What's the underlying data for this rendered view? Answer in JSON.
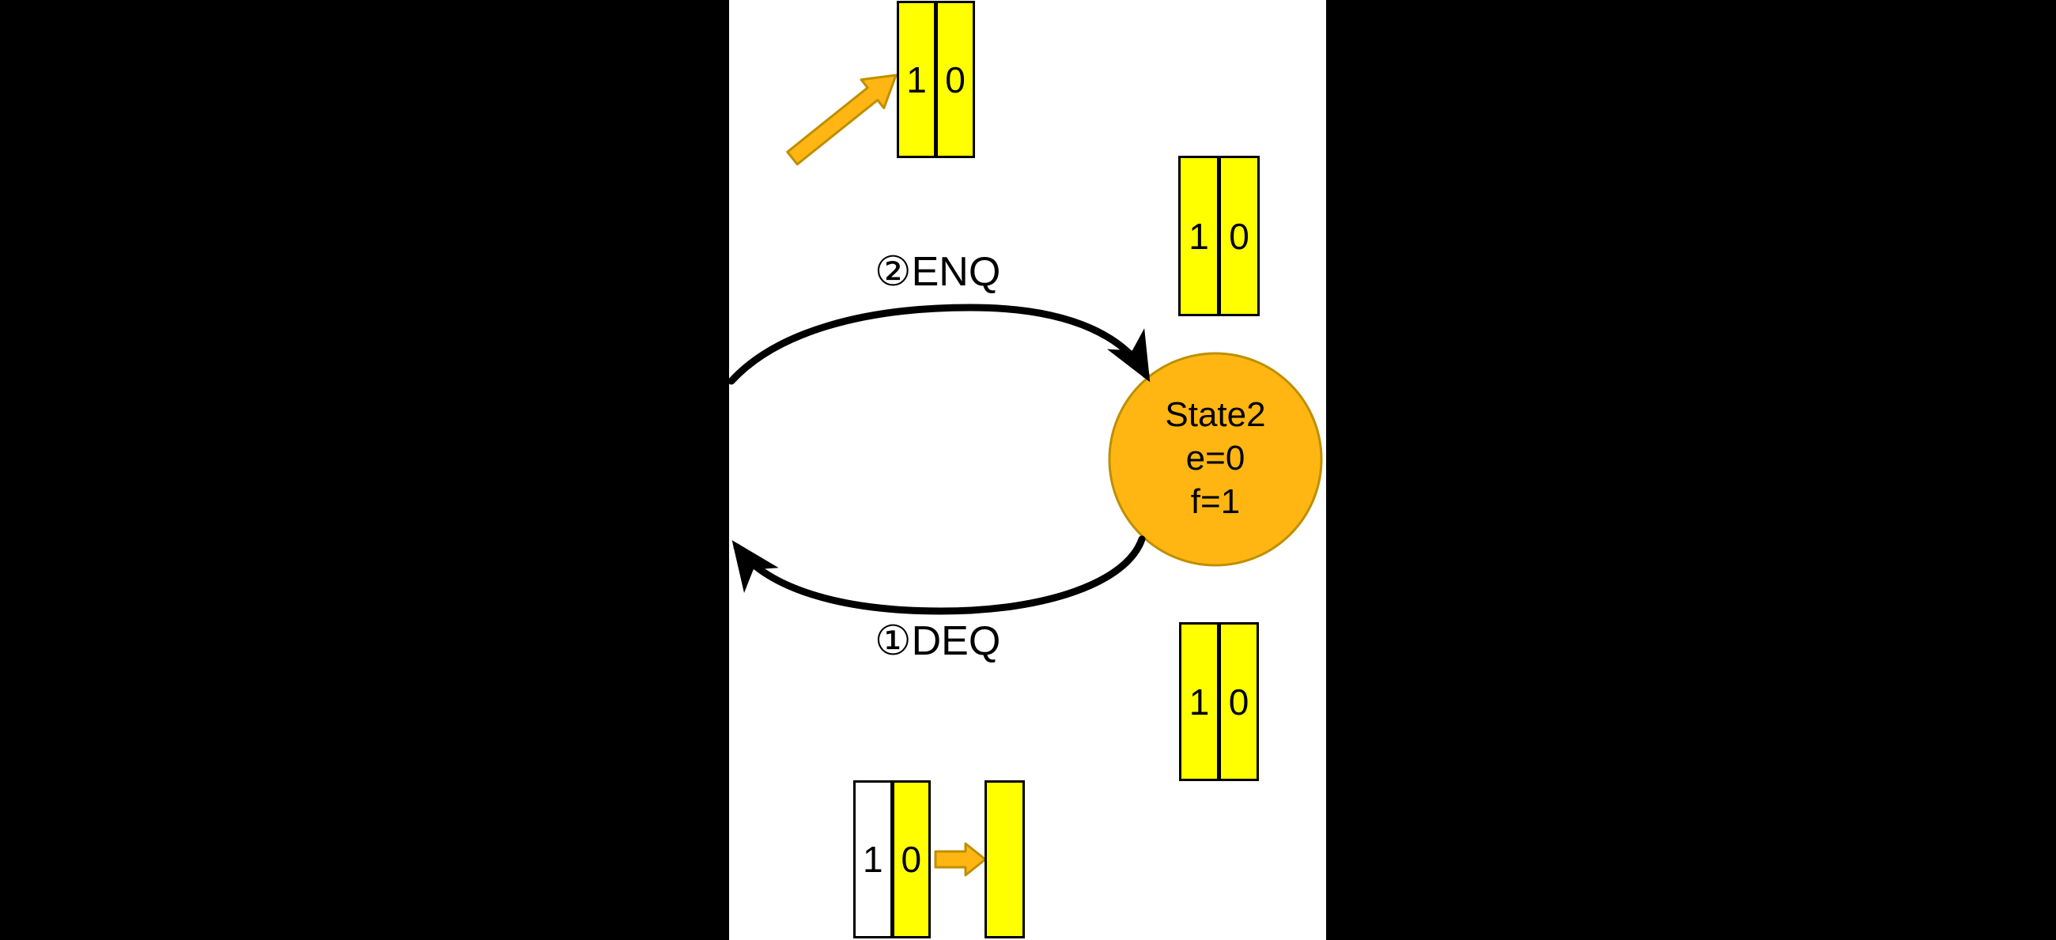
{
  "colors": {
    "canvas_bg": "#000000",
    "slide_bg": "#FFFFFF",
    "cell_yellow": "#FFFF00",
    "cell_white": "#FFFFFF",
    "cell_border": "#000000",
    "accent_fill": "#FFB612",
    "accent_border": "#BE8F00",
    "arc_black": "#000000",
    "text_black": "#000000"
  },
  "diagram": {
    "transitions": {
      "enq_label": "②ENQ",
      "deq_label": "①DEQ"
    },
    "state_node": {
      "title": "State2",
      "empty_flag": "e=0",
      "full_flag": "f=1"
    },
    "queue_snapshots": {
      "top": {
        "cells": [
          "1",
          "0"
        ]
      },
      "upper_right": {
        "cells": [
          "1",
          "0"
        ]
      },
      "lower_right": {
        "cells": [
          "1",
          "0"
        ]
      },
      "bottom_dequeue": {
        "cells": [
          "1",
          "0"
        ]
      }
    }
  }
}
